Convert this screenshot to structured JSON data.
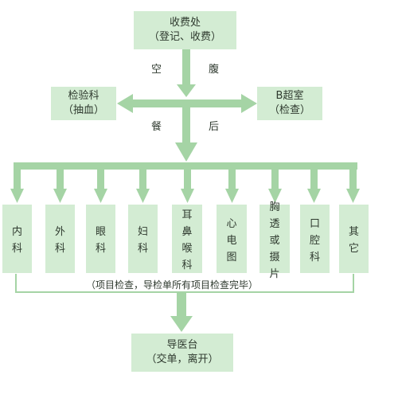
{
  "colors": {
    "box_fill": "#d3ecd3",
    "arrow": "#a5d4a5",
    "text": "#2f3a2f"
  },
  "top_box": {
    "title": "收费处",
    "sub": "（登记、收费）"
  },
  "labels": {
    "empty": "空",
    "belly": "腹",
    "meal": "餐",
    "after": "后"
  },
  "left_box": {
    "title": "检验科",
    "sub": "（抽血）"
  },
  "right_box": {
    "title": "B超室",
    "sub": "（检查）"
  },
  "departments": [
    {
      "label": "内科"
    },
    {
      "label": "外科"
    },
    {
      "label": "眼科"
    },
    {
      "label": "妇科"
    },
    {
      "label": "耳鼻喉科"
    },
    {
      "label": "心电图"
    },
    {
      "label": "胸透或摄片"
    },
    {
      "label": "口腔科"
    },
    {
      "label": "其它"
    }
  ],
  "note": "（项目检查，导检单所有项目检查完毕）",
  "bottom_box": {
    "title": "导医台",
    "sub": "（交单，离开）"
  }
}
